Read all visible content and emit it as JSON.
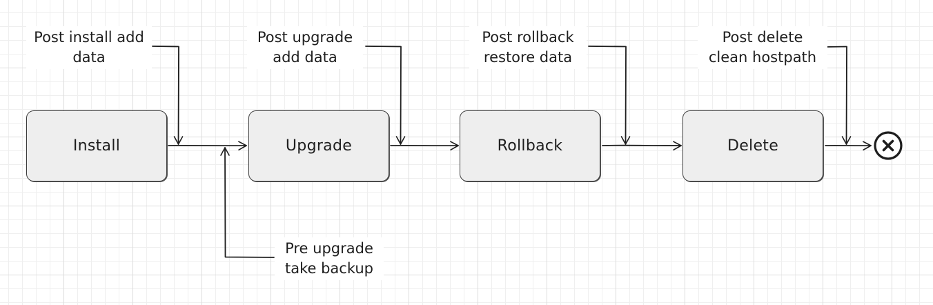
{
  "stages": [
    {
      "id": "install",
      "label": "Install"
    },
    {
      "id": "upgrade",
      "label": "Upgrade"
    },
    {
      "id": "rollback",
      "label": "Rollback"
    },
    {
      "id": "delete",
      "label": "Delete"
    }
  ],
  "hooks": {
    "post_install": {
      "line1": "Post install add",
      "line2": "data"
    },
    "post_upgrade": {
      "line1": "Post upgrade",
      "line2": "add data"
    },
    "post_rollback": {
      "line1": "Post rollback",
      "line2": "restore data"
    },
    "post_delete": {
      "line1": "Post delete",
      "line2": "clean hostpath"
    },
    "pre_upgrade": {
      "line1": "Pre upgrade",
      "line2": "take backup"
    }
  },
  "end_node": {
    "icon": "close-circle-icon"
  },
  "colors": {
    "stroke": "#1e1e1e",
    "box_fill": "#eeeeee",
    "grid_major": "#dcdcdc",
    "grid_minor": "#efefef"
  }
}
